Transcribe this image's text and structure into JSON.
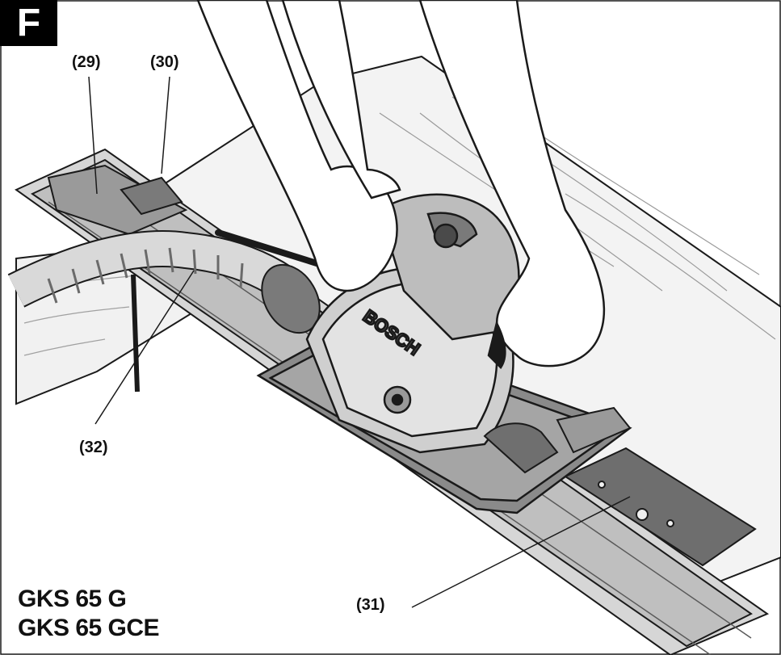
{
  "figure_letter": "F",
  "callouts": {
    "c29": "(29)",
    "c30": "(30)",
    "c31": "(31)",
    "c32": "(32)"
  },
  "models": [
    "GKS 65 G",
    "GKS 65 GCE"
  ],
  "saw_brand": "BOSCH",
  "colors": {
    "line": "#1a1a1a",
    "light_gray": "#e9e9e9",
    "mid_gray": "#bdbdbd",
    "dark_gray": "#7d7d7d",
    "black": "#000000"
  }
}
